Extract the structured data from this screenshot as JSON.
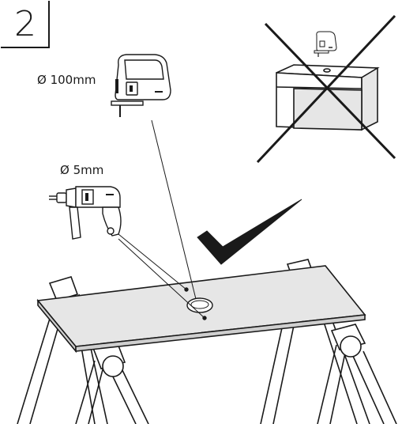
{
  "step": {
    "number": "2"
  },
  "labels": {
    "jigsaw_hole": "Ø 100mm",
    "drill_hole": "Ø 5mm"
  },
  "icons": {
    "jigsaw": "jigsaw-icon",
    "drill": "drill-icon",
    "wrong_mark": "cross-mark-icon",
    "correct_mark": "check-mark-icon"
  },
  "colors": {
    "line": "#1a1a1a",
    "panel_top": "#e6e6e6",
    "panel_edge": "#cfcfcf",
    "tool_fill": "#ffffff"
  }
}
